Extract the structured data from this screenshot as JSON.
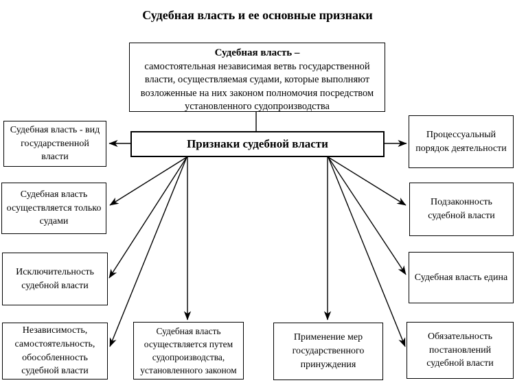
{
  "title": "Судебная власть и ее основные признаки",
  "definition": {
    "heading": "Судебная власть –",
    "body": "самостоятельная независимая ветвь государственной власти, осуществляемая судами, которые выполняют возложенные на них законом полномочия посредством установленного судопроизводства"
  },
  "hub": {
    "label": "Признаки судебной власти"
  },
  "features": {
    "left": [
      "Судебная власть - вид государственной власти",
      "Судебная власть осуществляется только судами",
      "Исключительность судебной власти",
      "Независимость, самостоятельность, обособленность судебной власти"
    ],
    "right": [
      "Процессуальный порядок деятельности",
      "Подзаконность судебной власти",
      "Судебная власть едина",
      "Обязательность постановлений судебной власти"
    ],
    "bottom": [
      "Судебная власть осуществляется путем судопроизводства, установленного законом",
      "Применение мер государственного принуждения"
    ]
  },
  "connections": [
    {
      "from": "definition",
      "to": "hub",
      "arrow": false
    },
    {
      "from": "hub",
      "to": "left-0",
      "arrow": true
    },
    {
      "from": "hub",
      "to": "left-1",
      "arrow": true
    },
    {
      "from": "hub",
      "to": "left-2",
      "arrow": true
    },
    {
      "from": "hub",
      "to": "left-3",
      "arrow": true
    },
    {
      "from": "hub",
      "to": "right-0",
      "arrow": true
    },
    {
      "from": "hub",
      "to": "right-1",
      "arrow": true
    },
    {
      "from": "hub",
      "to": "right-2",
      "arrow": true
    },
    {
      "from": "hub",
      "to": "right-3",
      "arrow": true
    },
    {
      "from": "hub",
      "to": "bottom-0",
      "arrow": true
    },
    {
      "from": "hub",
      "to": "bottom-1",
      "arrow": true
    }
  ],
  "colors": {
    "background": "#ffffff",
    "line": "#000000",
    "text": "#000000"
  }
}
